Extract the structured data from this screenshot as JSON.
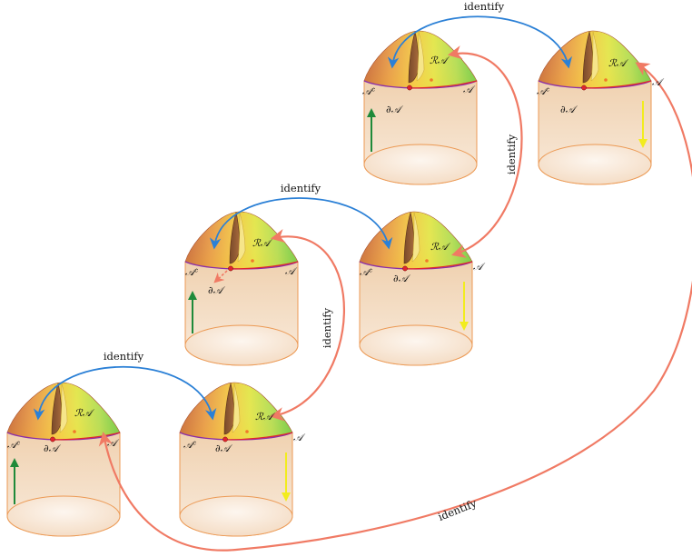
{
  "labels": {
    "identify": "identify",
    "complement": "𝒜ᶜ",
    "region": "𝒜",
    "boundary": "∂𝒜",
    "surface": "ℛ𝒜"
  },
  "colors": {
    "blue_arrow": "#2b80d6",
    "salmon_arrow": "#f07a64",
    "green_arrow": "#1f8a3a",
    "yellow_arrow": "#f2ec1e",
    "cylinder_fill": "#f3dcc2",
    "cylinder_edge": "#ec9a55",
    "boundary_curve": "#8a2ea8",
    "boundary_point": "#e0262e"
  },
  "sheets": [
    {
      "id": "top-left",
      "flow_arrow": "up",
      "boundary_label": "left"
    },
    {
      "id": "top-right",
      "flow_arrow": "down",
      "boundary_label": "left"
    },
    {
      "id": "mid-left",
      "flow_arrow": "up",
      "boundary_label": "below"
    },
    {
      "id": "mid-right",
      "flow_arrow": "down",
      "boundary_label": "below"
    },
    {
      "id": "bottom-left",
      "flow_arrow": "up",
      "boundary_label": "below"
    },
    {
      "id": "bottom-right",
      "flow_arrow": "down",
      "boundary_label": "below"
    }
  ]
}
